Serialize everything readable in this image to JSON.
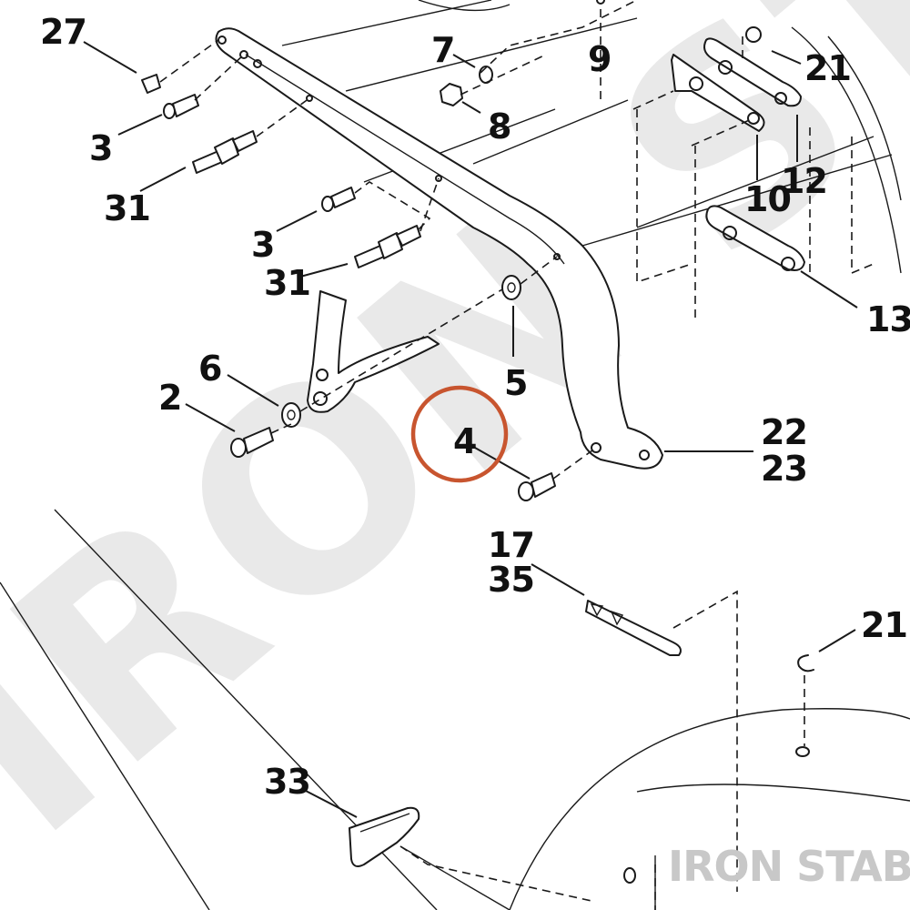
{
  "watermark": {
    "diagonal_text": "IRON STA",
    "corner_text": "IRON STABLE"
  },
  "callouts": {
    "c27": "27",
    "c3a": "3",
    "c31a": "31",
    "c7": "7",
    "c8": "8",
    "c9": "9",
    "c21a": "21",
    "c10": "10",
    "c12": "12",
    "c3b": "3",
    "c31b": "31",
    "c13": "13",
    "c6": "6",
    "c2": "2",
    "c5": "5",
    "c4": "4",
    "c22": "22",
    "c23": "23",
    "c17": "17",
    "c35": "35",
    "c21b": "21",
    "c33": "33"
  },
  "highlight": {
    "target_callout": "4",
    "color": "#c8552f"
  }
}
